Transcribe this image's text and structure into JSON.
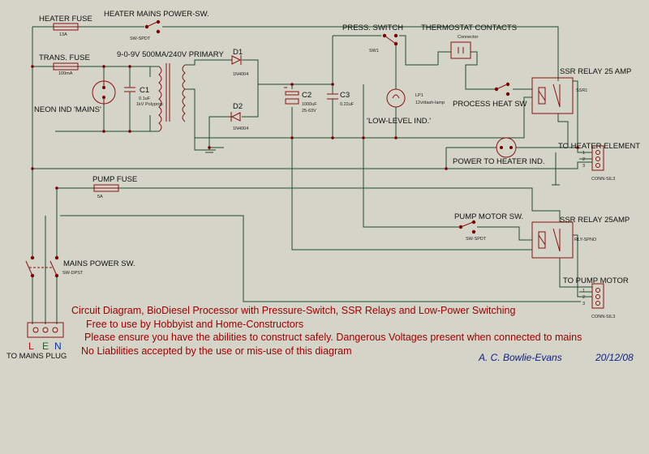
{
  "colors": {
    "background": "#d4d4c8",
    "wire": "#1f4a2f",
    "component": "#8a1010",
    "title": "#a00000",
    "author": "#10208a"
  },
  "labels": {
    "heater_fuse": "HEATER FUSE",
    "heater_fuse_value": "13A",
    "heater_mains_sw": "HEATER MAINS POWER-SW.",
    "heater_mains_sw_part": "SW-SPDT",
    "trans_fuse": "TRANS. FUSE",
    "trans_fuse_value": "100mA",
    "transformer": "9-0-9V 500MA/240V PRIMARY",
    "d1": "D1",
    "d1_part": "1N4004",
    "d2": "D2",
    "d2_part": "1N4004",
    "c1": "C1",
    "c1_value": "0.1uF",
    "c1_type": "1kV Polyprop",
    "c2": "C2",
    "c2_value": "1000uF",
    "c2_rating": "25-63V",
    "c3": "C3",
    "c3_value": "0.22uF",
    "neon_ind": "NEON IND 'MAINS'",
    "press_switch": "PRESS. SWITCH",
    "press_switch_part": "SW1",
    "thermostat": "THERMOSTAT CONTACTS",
    "thermostat_part": "Connector",
    "lp1": "LP1",
    "lp1_value": "12v/dash-lamp",
    "low_level": "'LOW-LEVEL IND.'",
    "ssr1_title": "SSR RELAY 25 AMP",
    "ssr1_part": "SSR1",
    "process_heat_sw": "PROCESS HEAT SW",
    "to_heater": "TO HEATER ELEMENT",
    "power_heater_ind": "POWER TO HEATER IND.",
    "conn1_part": "CONN-SIL3",
    "pump_fuse": "PUMP FUSE",
    "pump_fuse_value": "5A",
    "pump_motor_sw": "PUMP MOTOR SW.",
    "pump_motor_sw_part": "SW-SPDT",
    "ssr2_title": "SSR RELAY 25AMP",
    "ssr2_part": "RLY-SPNO",
    "mains_power_sw": "MAINS POWER SW.",
    "mains_power_sw_part": "SW-DPST",
    "to_pump": "TO PUMP MOTOR",
    "conn2_part": "CONN-SIL3",
    "to_mains_plug": "TO MAINS PLUG",
    "l": "L",
    "e": "E",
    "n": "N",
    "pin1": "1",
    "pin2": "2",
    "pin3": "3"
  },
  "notes": {
    "title": "Circuit Diagram, BioDiesel Processor with Pressure-Switch,  SSR Relays and Low-Power Switching",
    "line1": "Free to use by Hobbyist and Home-Constructors",
    "line2": "Please ensure you have the abilities to construct safely. Dangerous Voltages present when connected to mains",
    "line3": "No Liabilities accepted by the use or mis-use of this diagram"
  },
  "author": "A. C. Bowlie-Evans",
  "date": "20/12/08"
}
